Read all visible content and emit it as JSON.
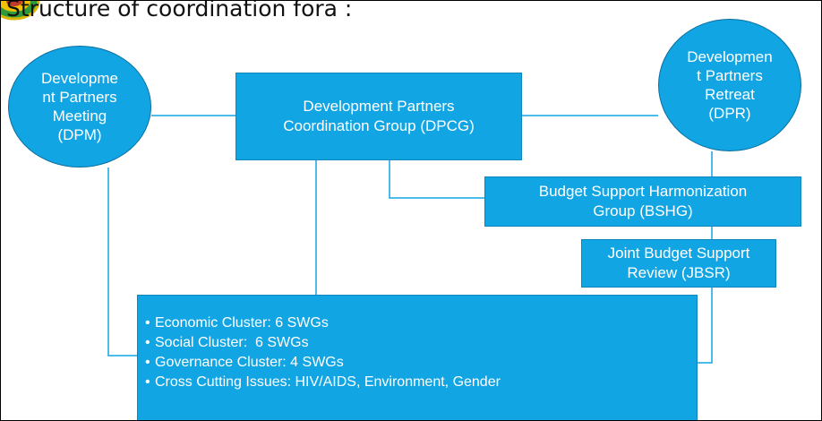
{
  "title": "Structure of coordination fora :",
  "logo": {
    "icon": "emblem-icon"
  },
  "colors": {
    "node_fill": "#12A5E4",
    "node_text": "#ffffff",
    "connector": "#12A5E4"
  },
  "nodes": {
    "dpm": {
      "lines": [
        "Developme",
        "nt Partners",
        "Meeting",
        "(DPM)"
      ]
    },
    "dpr": {
      "lines": [
        "Developmen",
        "t Partners",
        "Retreat",
        "(DPR)"
      ]
    },
    "dpcg": {
      "lines": [
        "Development Partners",
        "Coordination Group (DPCG)"
      ]
    },
    "bshg": {
      "lines": [
        "Budget Support Harmonization",
        "Group (BSHG)"
      ]
    },
    "jbsr": {
      "lines": [
        "Joint Budget Support",
        "Review (JBSR)"
      ]
    }
  },
  "clusters": {
    "items": [
      "Economic Cluster: 6 SWGs",
      "Social Cluster:  6 SWGs",
      "Governance Cluster: 4 SWGs",
      "Cross Cutting Issues: HIV/AIDS, Environment, Gender"
    ]
  }
}
